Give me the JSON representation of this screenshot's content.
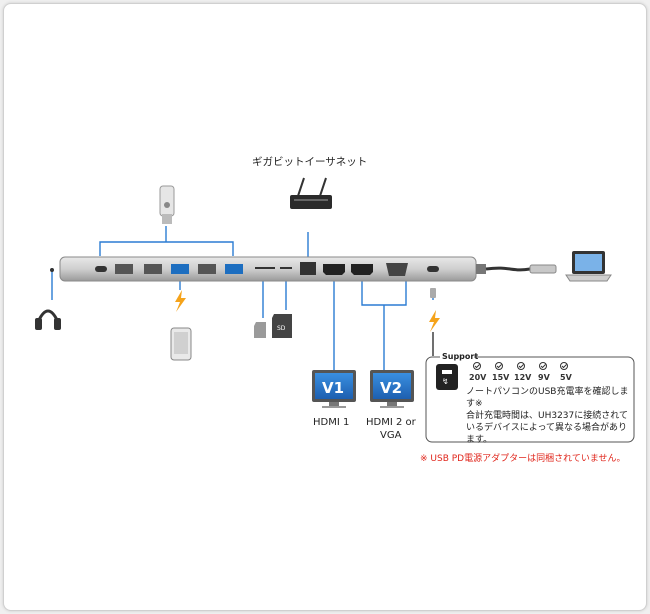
{
  "labels": {
    "ethernet": "ギガビットイーサネット",
    "hdmi1": "HDMI 1",
    "hdmi2_line1": "HDMI 2 or",
    "hdmi2_line2": "VGA",
    "monitor1": "V1",
    "monitor2": "V2",
    "sd": "SD"
  },
  "support": {
    "title": "Support",
    "voltages": [
      "20V",
      "15V",
      "12V",
      "9V",
      "5V"
    ],
    "note_line1": "ノートパソコンのUSB充電率を確認します※",
    "note_line2": "合計充電時間は、UH3237に接続されているデバイスによって異なる場合があります。"
  },
  "warning": "※ USB PD電源アダプターは同梱されていません。",
  "colors": {
    "accent_blue": "#2b7cd3",
    "warning_red": "#e0261c",
    "charge_orange": "#f5a31a"
  }
}
